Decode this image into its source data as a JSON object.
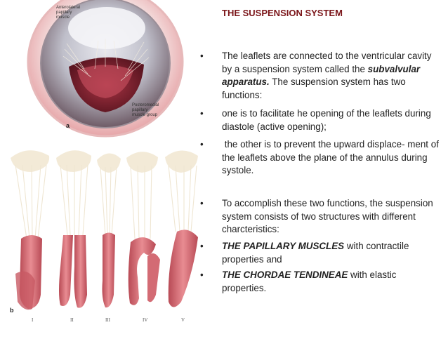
{
  "slide": {
    "title": "THE SUSPENSION SYSTEM",
    "bullets": [
      {
        "pre": "The leaflets are connected to the ventricular cavity by a suspension system called the ",
        "em": "subvalvular apparatus.",
        "post": " The suspension system has two functions:"
      },
      {
        "pre": "one is to facilitate he opening of the leaflets during diastole (active opening);",
        "em": "",
        "post": ""
      },
      {
        "pre": " the other is to prevent the upward displace- ment of the leaflets above the plane of the annulus during systole.",
        "em": "",
        "post": ""
      },
      {
        "pre": "To accomplish these two functions, the suspension system consists of two structures with different charcteristics:",
        "em": "",
        "post": ""
      },
      {
        "pre": "",
        "em": "THE PAPILLARY MUSCLES",
        "post": " with contractile properties and"
      },
      {
        "pre": "",
        "em": "THE CHORDAE TENDINEAE",
        "post": " with elastic properties."
      }
    ],
    "bullet_symbol": "•"
  },
  "figure": {
    "label_anterolateral": [
      "Anterolateral",
      "papillary",
      "muscle"
    ],
    "label_posteromedial": [
      "Posteromedial",
      "papillary",
      "muscle group"
    ],
    "letter_a": "a",
    "letter_b": "b",
    "romans": [
      "I",
      "II",
      "III",
      "IV",
      "V"
    ]
  },
  "colors": {
    "title": "#7a1418",
    "text": "#222222",
    "muscle": "#d9727a",
    "chordae": "#f2ead8"
  }
}
